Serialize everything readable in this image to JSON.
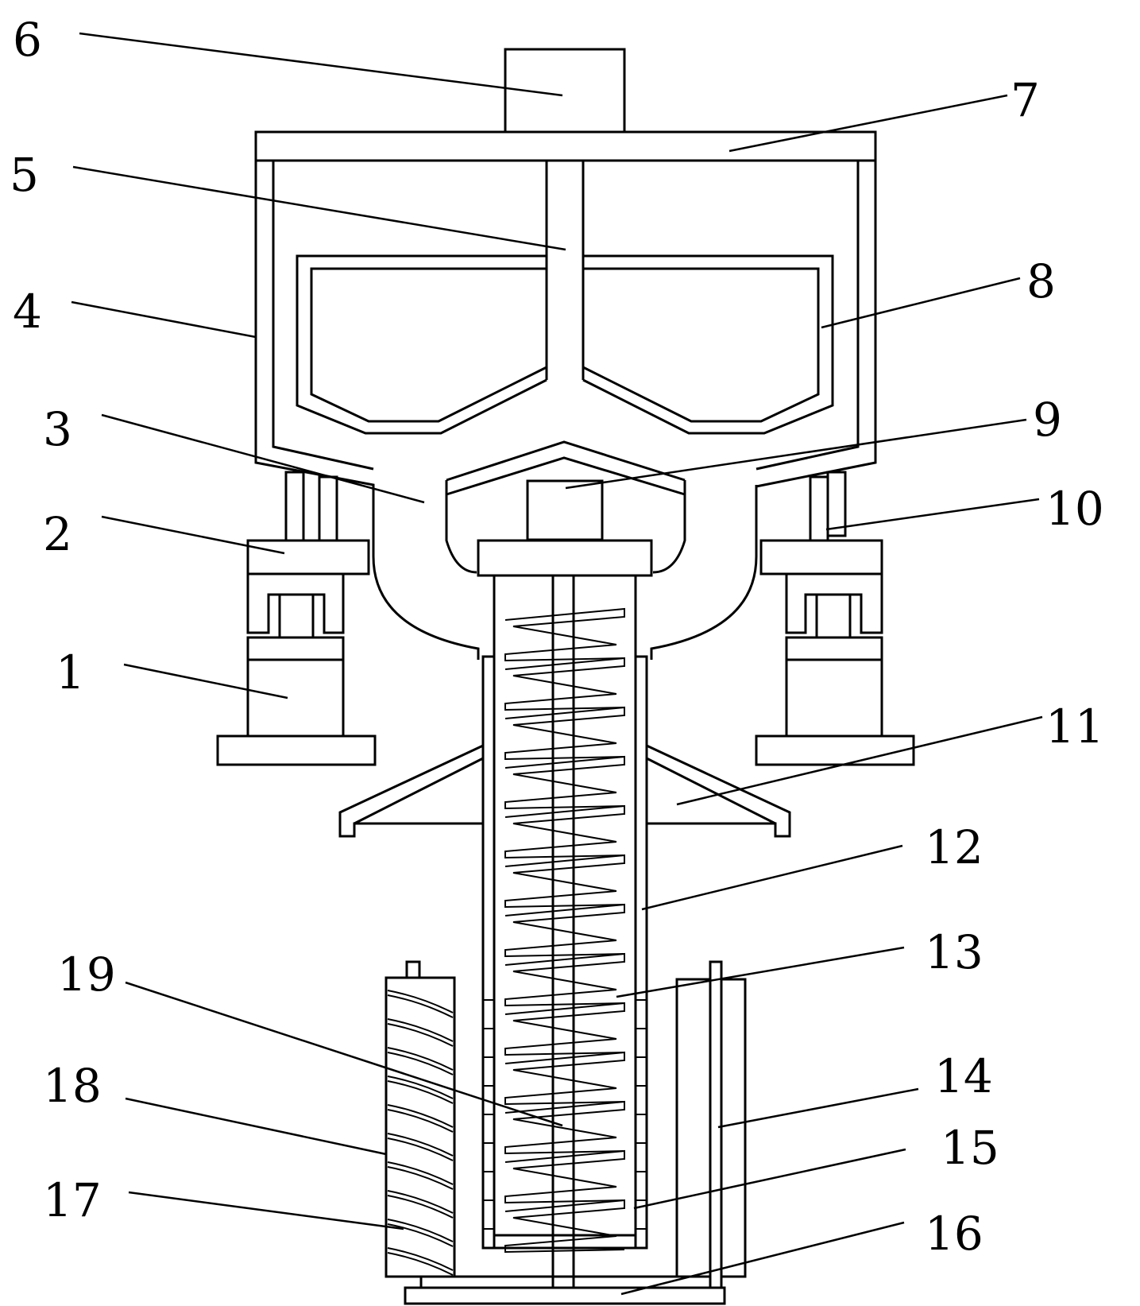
{
  "figure": {
    "part_labels": [
      "1",
      "2",
      "3",
      "4",
      "5",
      "6",
      "7",
      "8",
      "9",
      "10",
      "11",
      "12",
      "13",
      "14",
      "15",
      "16",
      "17",
      "18",
      "19"
    ]
  },
  "style": {
    "stroke": "#000000",
    "background": "#ffffff"
  }
}
